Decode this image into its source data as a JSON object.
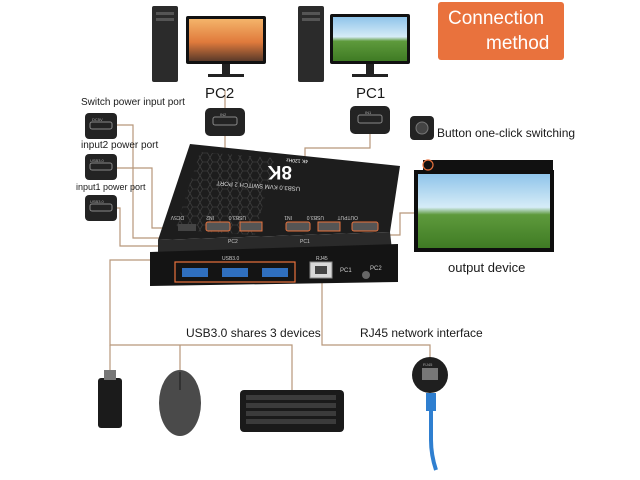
{
  "title": {
    "line1": "Connection",
    "line2": "method"
  },
  "computers": {
    "pc2": "PC2",
    "pc1": "PC1"
  },
  "port_labels": {
    "switch_power": "Switch power input port",
    "input2_power": "input2 power  port",
    "input1_power": "input1 power port",
    "button": "Button one-click switching",
    "output_device": "output device",
    "usb_share": "USB3.0 shares 3 devices",
    "rj45": "RJ45 network interface"
  },
  "device_text": {
    "big_label": "8K",
    "model": "USB3.0 KVM SWITCH 2 PORT",
    "spec": "4K 120Hz",
    "pc2": "PC2",
    "pc1": "PC1",
    "dc5v": "DC5V",
    "in2": "IN2",
    "usb_b2": "USB3.0",
    "in1": "IN1",
    "usb_b1": "USB3.0",
    "output": "OUTPUT",
    "usb_front": "USB3.0",
    "rj45_front": "RJ45",
    "front_pc1": "PC1",
    "front_pc2": "PC2"
  },
  "callouts": {
    "c_dc": "DC5V",
    "c_usb2": "USB3.0",
    "c_usb1": "USB3.0",
    "c_in2": "IN2",
    "c_in1": "IN1",
    "c_rj45": "RJ45"
  },
  "colors": {
    "accent": "#e9723d",
    "wire": "#b8977a",
    "device": "#1d1d1d",
    "lan_cable": "#2f7fd0"
  }
}
